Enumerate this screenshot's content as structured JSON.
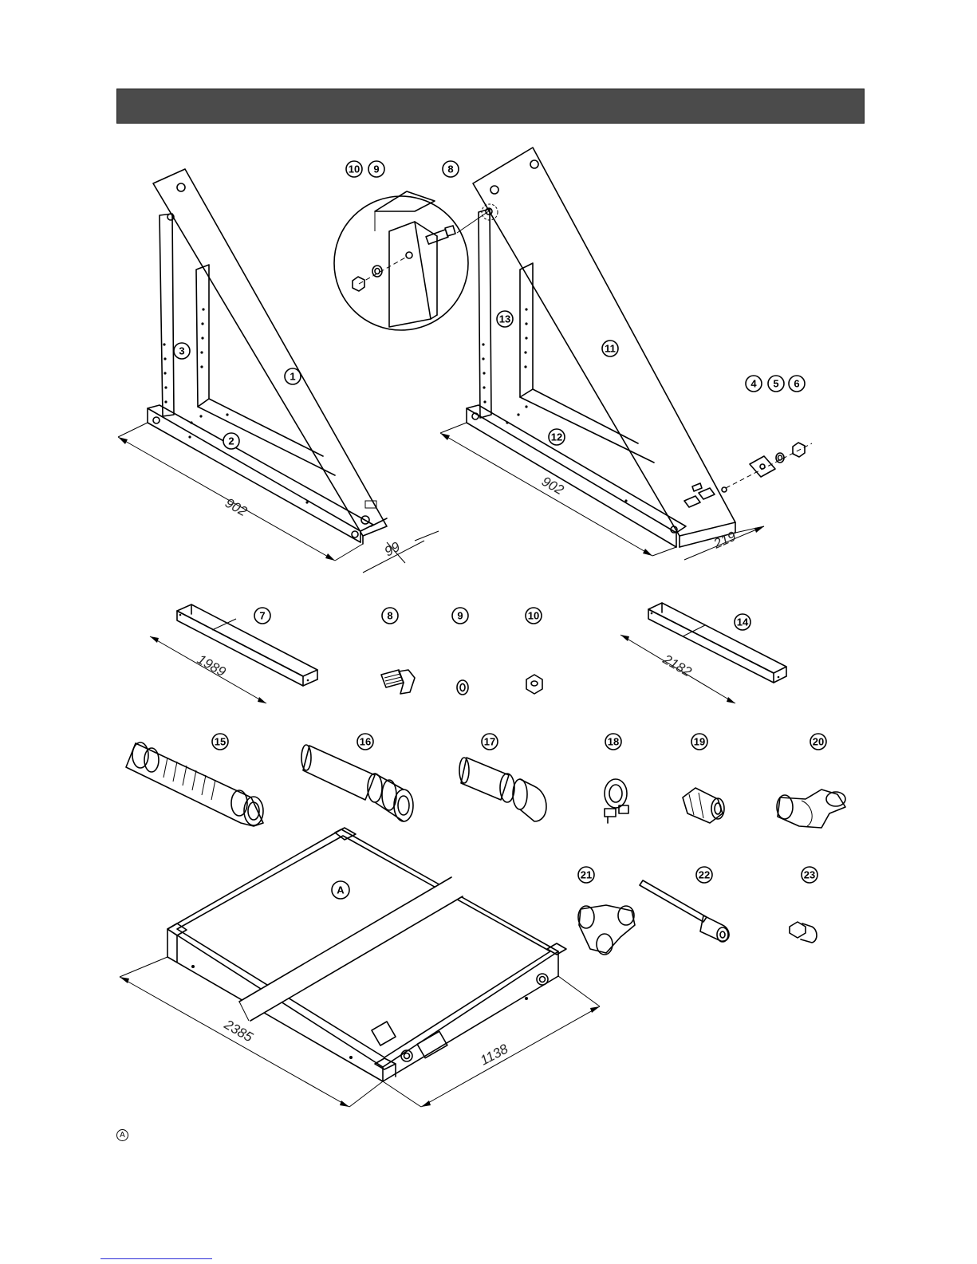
{
  "callouts": {
    "c1": "1",
    "c2": "2",
    "c3": "3",
    "c4": "4",
    "c5": "5",
    "c6": "6",
    "c7": "7",
    "c8": "8",
    "c9": "9",
    "c10": "10",
    "c11": "11",
    "c12": "12",
    "c13": "13",
    "c14": "14",
    "c15": "15",
    "c16": "16",
    "c17": "17",
    "c18": "18",
    "c19": "19",
    "c20": "20",
    "c21": "21",
    "c22": "22",
    "c23": "23",
    "cA": "A",
    "d8": "8",
    "d9": "9",
    "d10": "10"
  },
  "dimensions": {
    "frame_left_depth": "902",
    "frame_left_width": "99",
    "frame_right_depth": "902",
    "frame_right_width": "219",
    "rail_7_length": "1989",
    "rail_14_length": "2182",
    "collector_length": "2385",
    "collector_width": "1138"
  },
  "legend": {
    "marker": "A"
  }
}
